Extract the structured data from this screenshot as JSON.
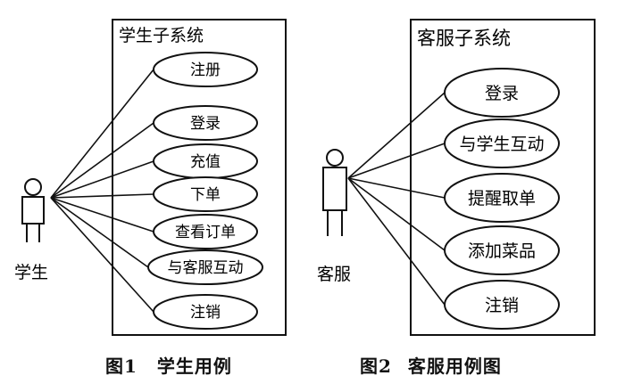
{
  "figure1": {
    "system_title": "学生子系统",
    "actor_label": "学生",
    "use_cases": [
      "注册",
      "登录",
      "充值",
      "下单",
      "查看订单",
      "与客服互动",
      "注销"
    ],
    "caption_num": "图1",
    "caption_text": "学生用例"
  },
  "figure2": {
    "system_title": "客服子系统",
    "actor_label": "客服",
    "use_cases": [
      "登录",
      "与学生互动",
      "提醒取单",
      "添加菜品",
      "注销"
    ],
    "caption_num": "图2",
    "caption_text": "客服用例图"
  }
}
